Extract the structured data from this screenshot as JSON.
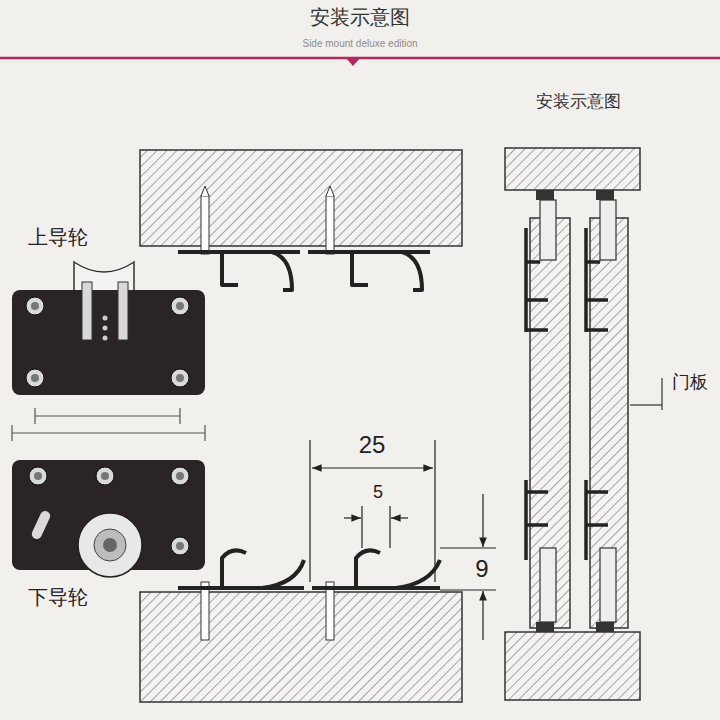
{
  "diagram": {
    "title": "安装示意图",
    "labels": [
      "Side mount deluxe edition",
      "上导轮",
      "下导轮",
      "安装示意图",
      "门板",
      "25",
      "5",
      "9"
    ]
  }
}
